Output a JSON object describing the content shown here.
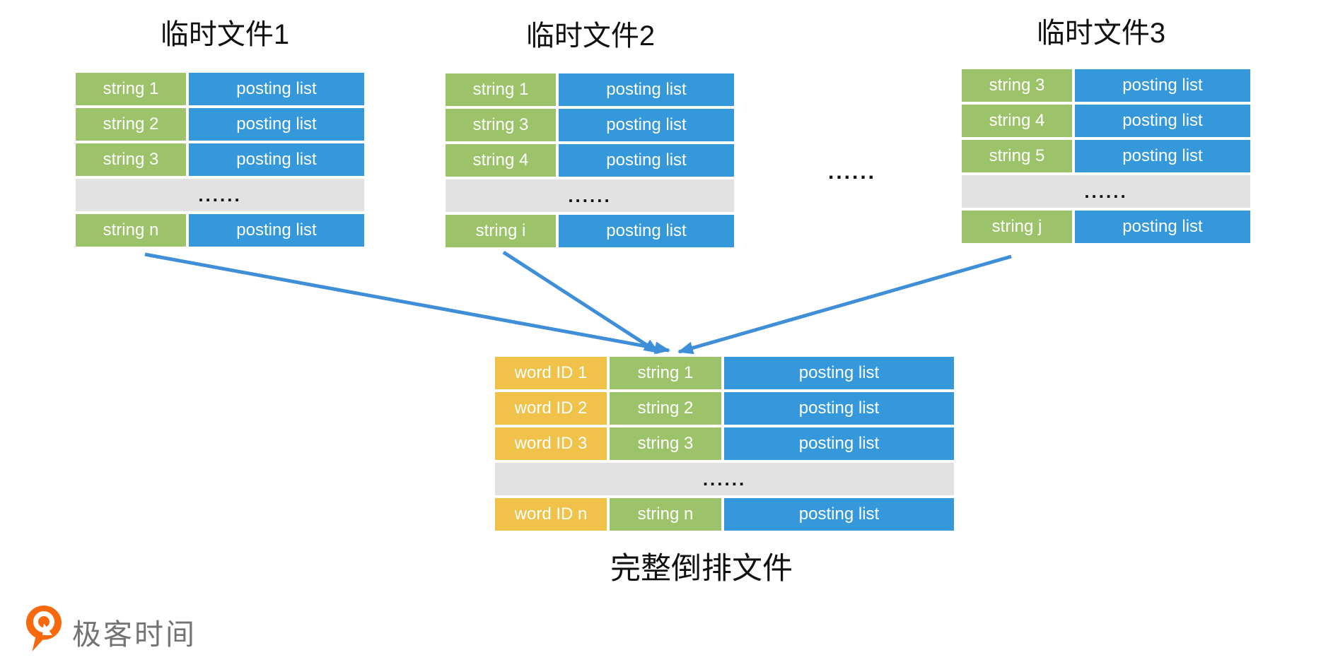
{
  "colors": {
    "string_green": "#9CC36A",
    "posting_blue": "#3598DB",
    "word_id_yellow": "#F0C24A",
    "ellipsis_gray": "#E2E2E2",
    "arrow_blue": "#3E8ED8",
    "logo_orange": "#F8690D",
    "logo_text_gray": "#737373"
  },
  "temp_file_1": {
    "title": "临时文件1",
    "rows": [
      {
        "key": "string 1",
        "val": "posting list"
      },
      {
        "key": "string 2",
        "val": "posting list"
      },
      {
        "key": "string 3",
        "val": "posting list"
      }
    ],
    "dots": "......",
    "last": {
      "key": "string n",
      "val": "posting list"
    }
  },
  "temp_file_2": {
    "title": "临时文件2",
    "rows": [
      {
        "key": "string 1",
        "val": "posting list"
      },
      {
        "key": "string 3",
        "val": "posting list"
      },
      {
        "key": "string 4",
        "val": "posting list"
      }
    ],
    "dots": "......",
    "last": {
      "key": "string i",
      "val": "posting list"
    }
  },
  "temp_file_3": {
    "title": "临时文件3",
    "rows": [
      {
        "key": "string 3",
        "val": "posting list"
      },
      {
        "key": "string 4",
        "val": "posting list"
      },
      {
        "key": "string 5",
        "val": "posting list"
      }
    ],
    "dots": "......",
    "last": {
      "key": "string j",
      "val": "posting list"
    }
  },
  "between_tables_dots": "......",
  "merged_file": {
    "caption": "完整倒排文件",
    "rows": [
      {
        "id": "word ID 1",
        "key": "string 1",
        "val": "posting list"
      },
      {
        "id": "word ID 2",
        "key": "string 2",
        "val": "posting list"
      },
      {
        "id": "word ID 3",
        "key": "string 3",
        "val": "posting list"
      }
    ],
    "dots": "......",
    "last": {
      "id": "word ID n",
      "key": "string n",
      "val": "posting list"
    }
  },
  "logo": {
    "text": "极客时间"
  }
}
